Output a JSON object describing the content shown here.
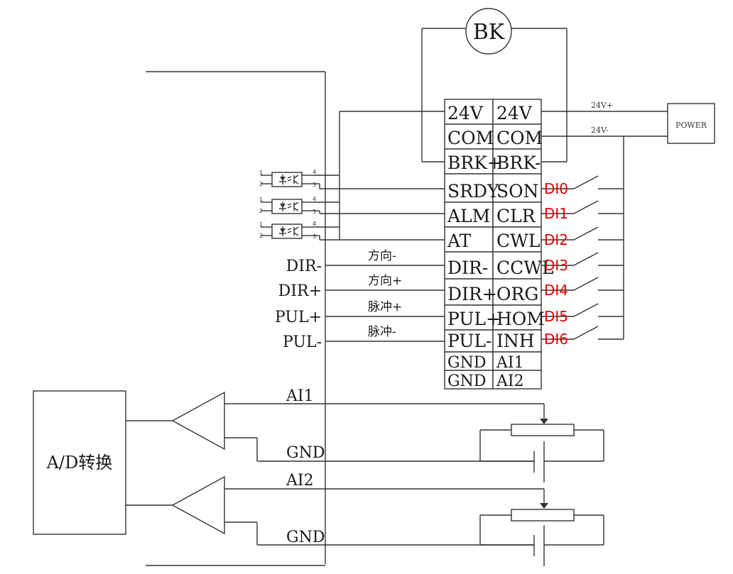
{
  "brake": "BK",
  "power": {
    "label": "POWER",
    "plus": "24V+",
    "minus": "24V-"
  },
  "terminal": {
    "left": [
      "24V",
      "COM",
      "BRK+",
      "SRDY",
      "ALM",
      "AT",
      "DIR-",
      "DIR+",
      "PUL+",
      "PUL-",
      "GND",
      "GND"
    ],
    "right": [
      "24V",
      "COM",
      "BRK-",
      "SON",
      "CLR",
      "CWL",
      "CCWL",
      "ORG",
      "HOM",
      "INH",
      "AI1",
      "AI2"
    ]
  },
  "digital_inputs": [
    "DI0",
    "DI1",
    "DI2",
    "DI3",
    "DI4",
    "DI5",
    "DI6"
  ],
  "outside_signals": [
    "DIR-",
    "DIR+",
    "PUL+",
    "PUL-"
  ],
  "cn_signals": [
    "方向-",
    "方向+",
    "脉冲+",
    "脉冲-"
  ],
  "optocoupler_pins": {
    "p1": "1",
    "p2": "2",
    "p3": "3",
    "p4": "4"
  },
  "adc_label": "A/D转换",
  "analog": {
    "ai1": "AI1",
    "gnd1": "GND",
    "ai2": "AI2",
    "gnd2": "GND"
  }
}
